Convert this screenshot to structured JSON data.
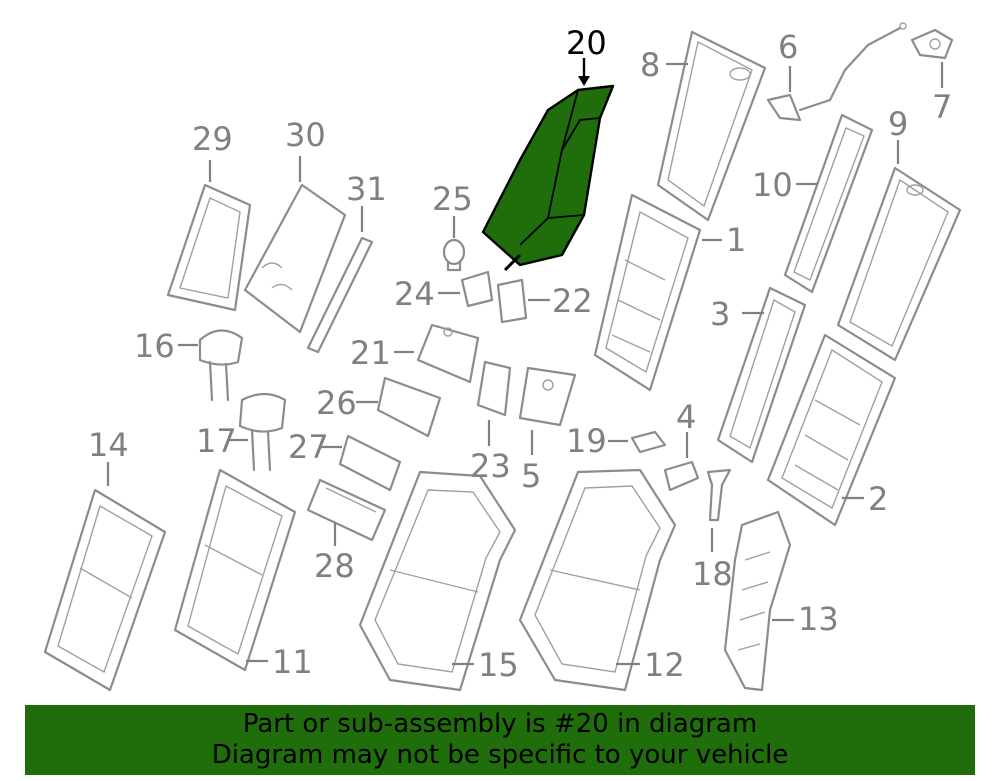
{
  "diagram": {
    "highlight_color": "#1f6e0b",
    "highlighted_part": "20",
    "labels": {
      "p1": "1",
      "p2": "2",
      "p3": "3",
      "p4": "4",
      "p5": "5",
      "p6": "6",
      "p7": "7",
      "p8": "8",
      "p9": "9",
      "p10": "10",
      "p11": "11",
      "p12": "12",
      "p13": "13",
      "p14": "14",
      "p15": "15",
      "p16": "16",
      "p17": "17",
      "p18": "18",
      "p19": "19",
      "p20": "20",
      "p21": "21",
      "p22": "22",
      "p23": "23",
      "p24": "24",
      "p25": "25",
      "p26": "26",
      "p27": "27",
      "p28": "28",
      "p29": "29",
      "p30": "30",
      "p31": "31"
    }
  },
  "banner": {
    "line1": "Part or sub-assembly is #20 in diagram",
    "line2": "Diagram may not be specific to your vehicle",
    "color": "#1f6e0b"
  }
}
